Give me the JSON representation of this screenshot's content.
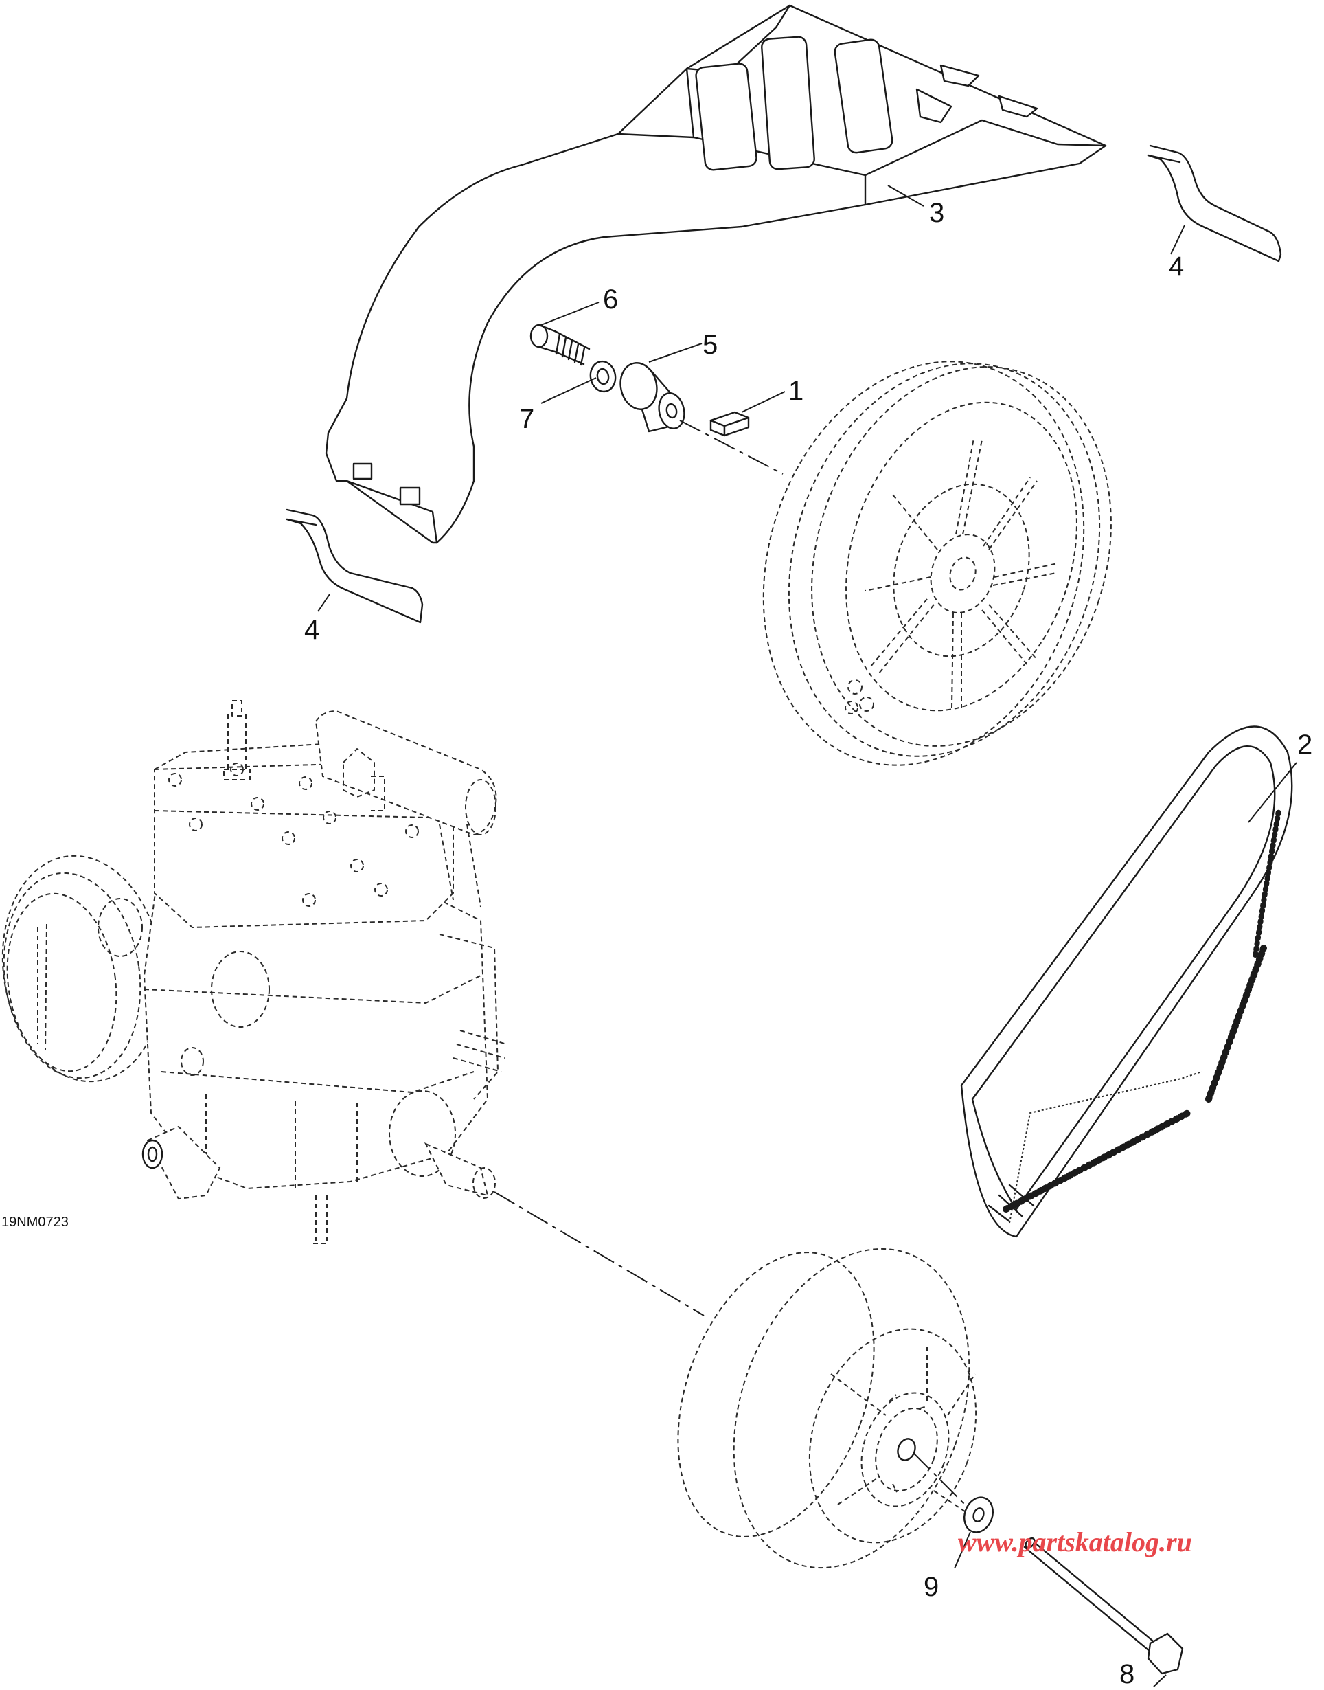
{
  "figure_id": "19NM0723",
  "watermark": {
    "text": "www.partskatalog.ru",
    "color": "#e8474b"
  },
  "callouts": {
    "c1": "1",
    "c2": "2",
    "c3": "3",
    "c4a": "4",
    "c4b": "4",
    "c5": "5",
    "c6": "6",
    "c7": "7",
    "c8": "8",
    "c9": "9"
  }
}
